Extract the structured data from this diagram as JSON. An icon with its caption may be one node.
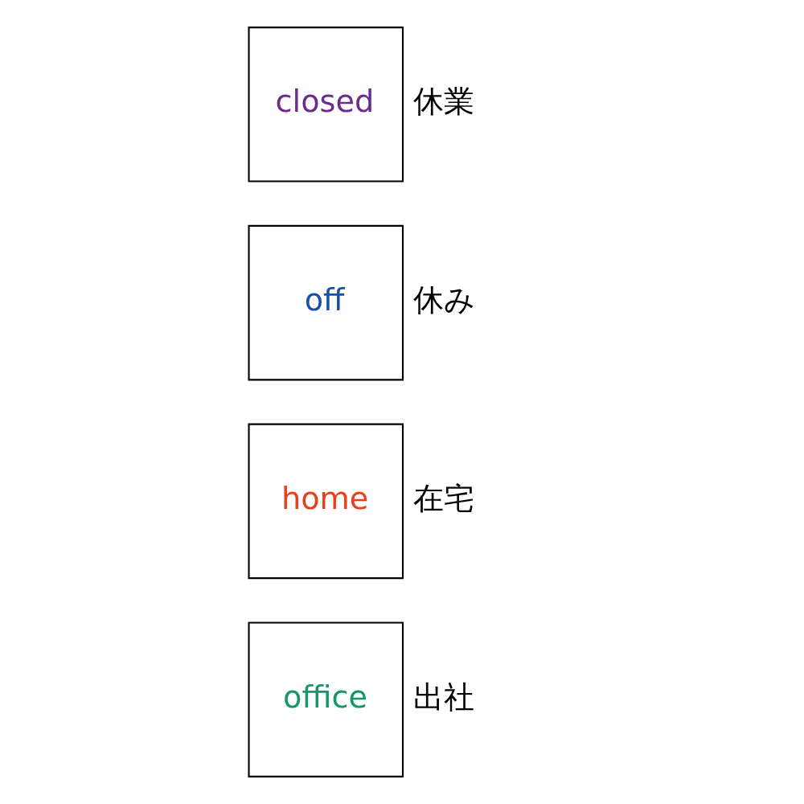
{
  "diagram": {
    "nodes": [
      {
        "text": [
          "office"
        ],
        "beside": [
          "出社"
        ]
      },
      {
        "text": [
          "home"
        ],
        "beside": [
          "在宅"
        ]
      },
      {
        "text": [
          "off"
        ],
        "beside": [
          "休み"
        ]
      },
      {
        "text": [
          "closed"
        ],
        "beside": [
          "休業"
        ]
      }
    ]
  }
}
